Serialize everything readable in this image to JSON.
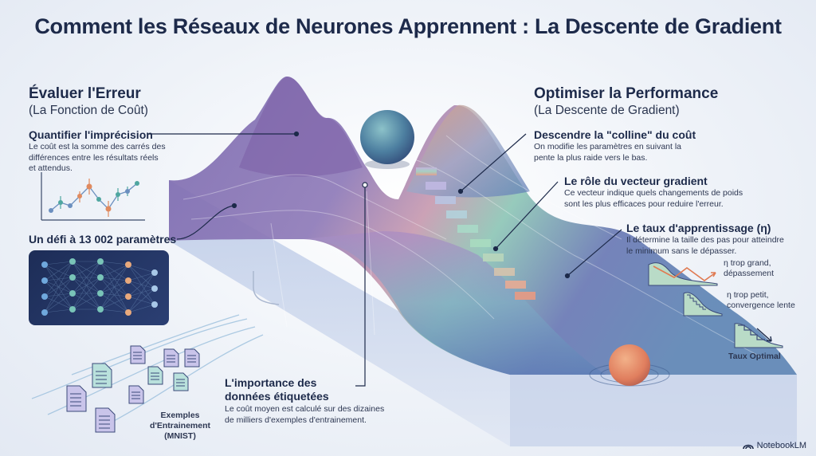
{
  "title": "Comment les Réseaux de Neurones Apprennent : La Descente de Gradient",
  "left": {
    "heading": "Évaluer l'Erreur",
    "subheading": "(La Fonction de Coût)",
    "item1_title": "Quantifier l'imprécision",
    "item1_text_l1": "Le coût est la somme des carrés des",
    "item1_text_l2": "différences entre les résultats réels",
    "item1_text_l3": "et attendus.",
    "item2_title": "Un défi à 13 002 paramètres",
    "examples_l1": "Exemples",
    "examples_l2": "d'Entrainement",
    "examples_l3": "(MNIST)"
  },
  "center": {
    "title_l1": "L'importance des",
    "title_l2": "données étiquetées",
    "text_l1": "Le coût moyen est calculé sur des dizaines",
    "text_l2": "de milliers d'exemples d'entrainement."
  },
  "right": {
    "heading": "Optimiser la Performance",
    "subheading": "(La Descente de Gradient)",
    "item1_title": "Descendre la \"colline\" du coût",
    "item1_text_l1": "On modifie les paramètres en suivant la",
    "item1_text_l2": "pente la plus raide vers le bas.",
    "item2_title": "Le rôle du vecteur gradient",
    "item2_text_l1": "Ce vecteur indique quels changements de poids",
    "item2_text_l2": "sont les plus efficaces pour reduire l'erreur.",
    "item3_title": "Le taux d'apprentissage (η)",
    "item3_text_l1": "Il détermine la taille des pas pour atteindre",
    "item3_text_l2": "le minimum sans le dépasser.",
    "lr_big_l1": "η trop grand,",
    "lr_big_l2": "dépassement",
    "lr_small_l1": "η trop petit,",
    "lr_small_l2": "convergence lente",
    "lr_optimal": "Taux Optimal"
  },
  "brand": "NotebookLM",
  "colors": {
    "title": "#1d2a4a",
    "ball_top": "#3a6a8e",
    "ball_bottom": "#e8906a",
    "surface_purple": "#7b5ea6",
    "surface_teal": "#6fb8c6"
  }
}
